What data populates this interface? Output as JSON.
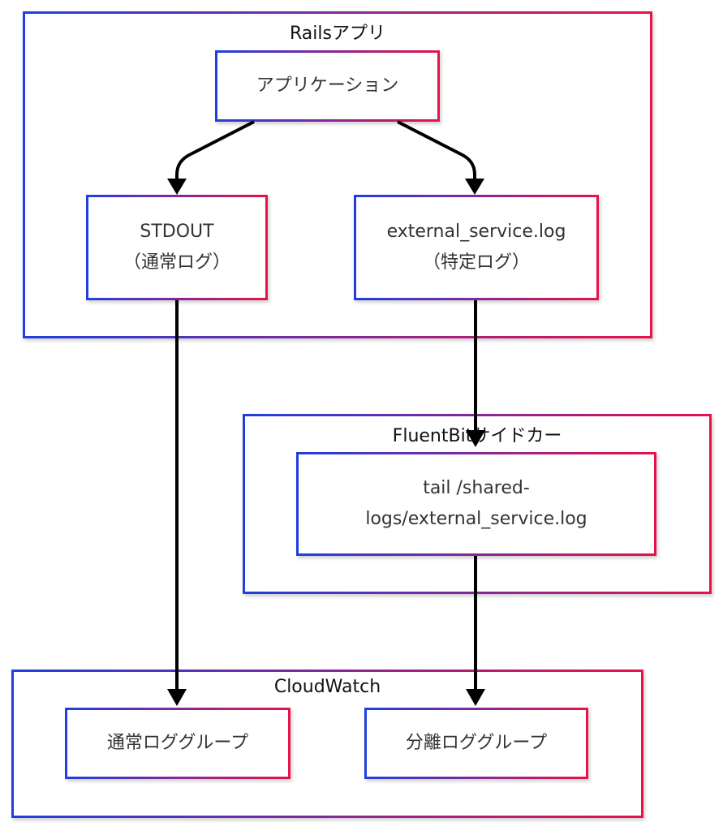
{
  "groups": {
    "rails": {
      "title": "Railsアプリ"
    },
    "fluentbit": {
      "title": "FluentBitサイドカー"
    },
    "cloudwatch": {
      "title": "CloudWatch"
    }
  },
  "nodes": {
    "application": {
      "label": "アプリケーション"
    },
    "stdout": {
      "line1": "STDOUT",
      "line2": "（通常ログ）"
    },
    "external_log": {
      "line1": "external_service.log",
      "line2": "（特定ログ）"
    },
    "tail": {
      "line1": "tail /shared-",
      "line2": "logs/external_service.log"
    },
    "normal_group": {
      "label": "通常ロググループ"
    },
    "separate_group": {
      "label": "分離ロググループ"
    }
  },
  "colors": {
    "gradient_start": "#1f3fe0",
    "gradient_end": "#e8114a",
    "edge": "#000000"
  }
}
